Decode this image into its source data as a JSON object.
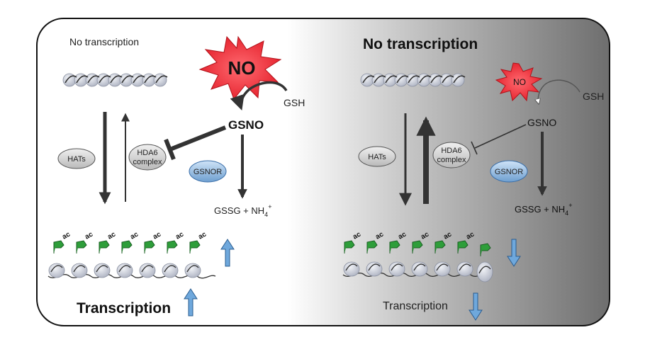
{
  "left_panel": {
    "top_label": "No transcription",
    "bottom_label": "Transcription",
    "no_label": "NO",
    "gsh_label": "GSH",
    "gsno_label": "GSNO",
    "hats_label": "HATs",
    "hda6_line1": "HDA6",
    "hda6_line2": "complex",
    "gsnor_label": "GSNOR",
    "product_main": "GSSG + NH",
    "product_sub": "4",
    "product_sup": "+",
    "ac_label": "ac"
  },
  "right_panel": {
    "top_label": "No transcription",
    "bottom_label": "Transcription",
    "no_label": "NO",
    "gsh_label": "GSH",
    "gsno_label": "GSNO",
    "hats_label": "HATs",
    "hda6_line1": "HDA6",
    "hda6_line2": "complex",
    "gsnor_label": "GSNOR",
    "product_main": "GSSG + NH",
    "product_sub": "4",
    "product_sup": "+",
    "ac_label": "ac"
  },
  "colors": {
    "no_burst_fill": "#e8202a",
    "gsnor_fill": "#9ec4e8",
    "hats_fill": "#d6d6d6",
    "ac_flag": "#2e9e3a",
    "indicator_arrow": "#6fa8dc",
    "gradient_dark": "#6e6e6e"
  }
}
